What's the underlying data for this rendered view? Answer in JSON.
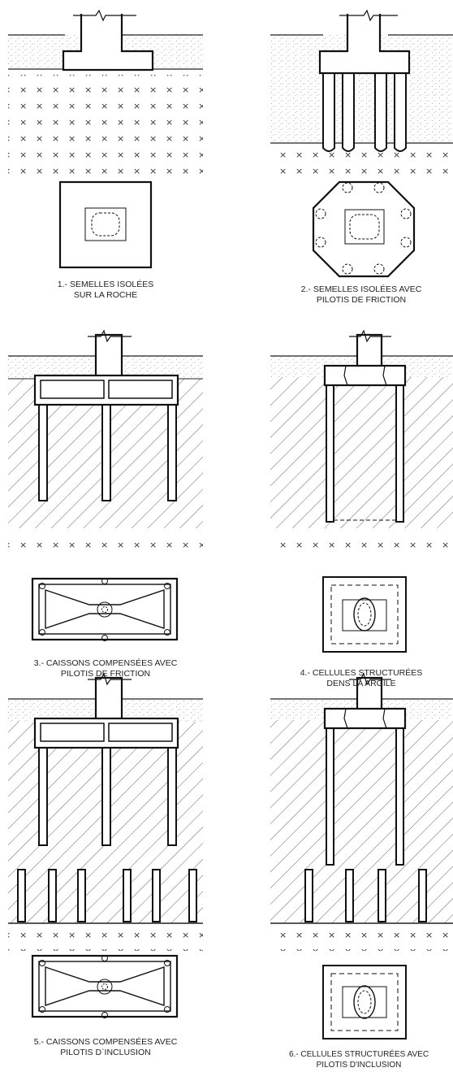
{
  "panels": [
    {
      "number": "1.-",
      "line1": "SEMELLES ISOLÉES",
      "line2": "SUR LA ROCHE"
    },
    {
      "number": "2.-",
      "line1": "SEMELLES ISOLÉES AVEC",
      "line2": "PILOTIS DE FRICTION"
    },
    {
      "number": "3.-",
      "line1": "CAISSONS COMPENSÉES AVEC",
      "line2": "PILOTIS DE FRICTION"
    },
    {
      "number": "4.-",
      "line1": "CELLULES STRUCTURÉES",
      "line2": "DENS LA ARGILE"
    },
    {
      "number": "5.-",
      "line1": "CAISSONS COMPENSÉES AVEC",
      "line2": "PILOTIS D`INCLUSION"
    },
    {
      "number": "6.-",
      "line1": "CELLULES STRUCTURÉES AVEC",
      "line2": "PILOTIS D'INCLUSION"
    }
  ],
  "colors": {
    "line": "#1a1a1a",
    "hatch": "#555555",
    "soil_dots": "#8a8a8a"
  }
}
